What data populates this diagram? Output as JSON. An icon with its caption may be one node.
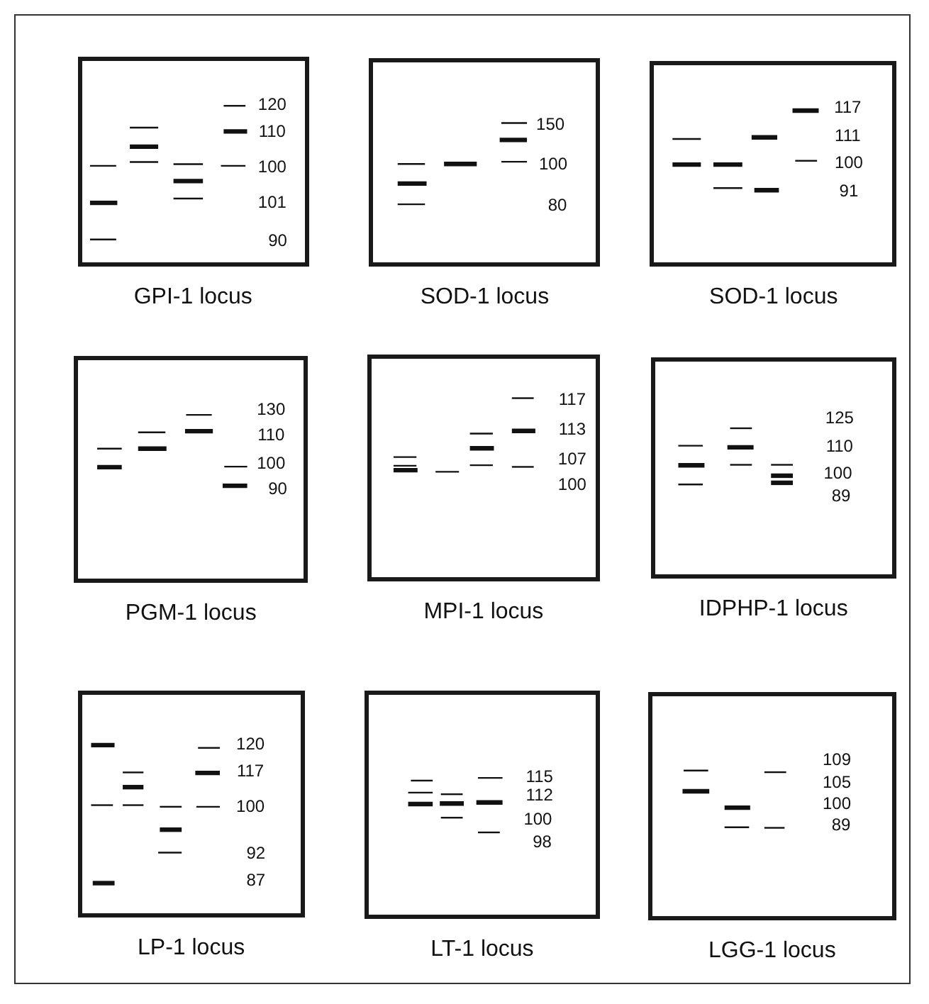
{
  "diagram": {
    "nodes": [
      {
        "text": [
          "120",
          "110",
          "100",
          "101",
          "90",
          "GPI-1 locus"
        ]
      },
      {
        "text": [
          "150",
          "100",
          "80",
          "SOD-1 locus"
        ]
      },
      {
        "text": [
          "117",
          "111",
          "100",
          "91",
          "SOD-1 locus"
        ]
      },
      {
        "text": [
          "130",
          "110",
          "100",
          "90",
          "PGM-1 locus"
        ]
      },
      {
        "text": [
          "117",
          "113",
          "107",
          "100",
          "MPI-1 locus"
        ]
      },
      {
        "text": [
          "125",
          "110",
          "100",
          "89",
          "IDPHP-1 locus"
        ]
      },
      {
        "text": [
          "120",
          "117",
          "100",
          "92",
          "87",
          "LP-1 locus"
        ]
      },
      {
        "text": [
          "115",
          "112",
          "100",
          "98",
          "LT-1 locus"
        ]
      },
      {
        "text": [
          "109",
          "105",
          "100",
          "89",
          "LGG-1 locus"
        ]
      }
    ]
  }
}
